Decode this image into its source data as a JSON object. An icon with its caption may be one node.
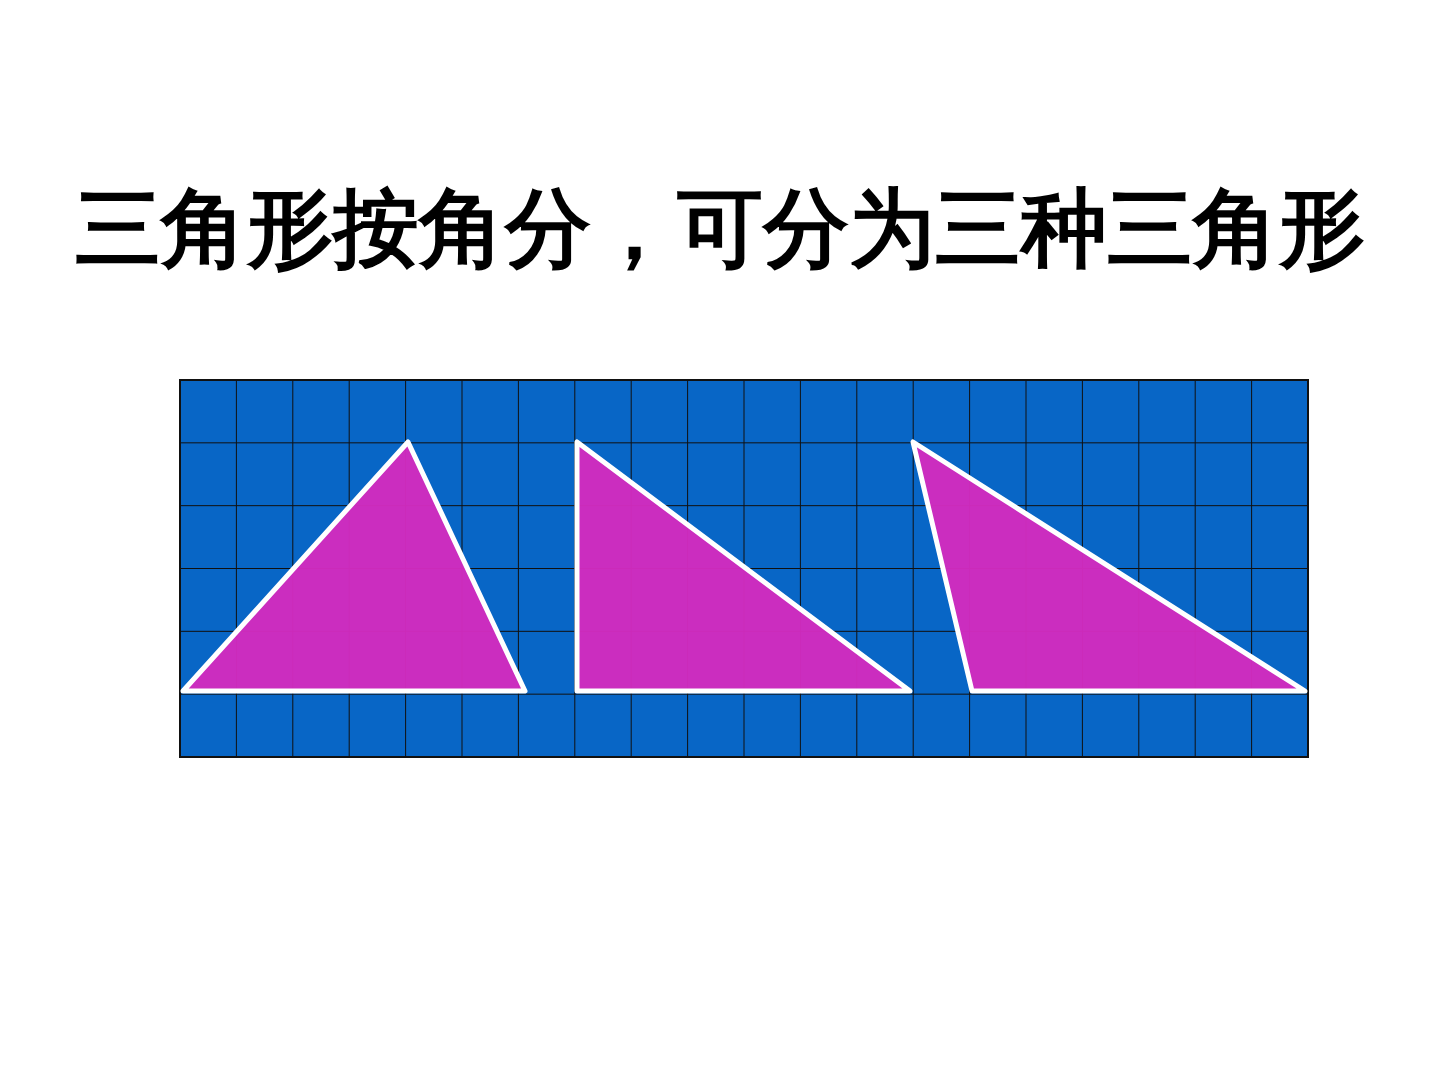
{
  "diagram": {
    "title": "三角形按角分，可分为三种三角形",
    "nodes": [
      {
        "text": [],
        "shape": "triangle"
      },
      {
        "text": [],
        "shape": "triangle"
      },
      {
        "text": [],
        "shape": "triangle"
      }
    ]
  }
}
